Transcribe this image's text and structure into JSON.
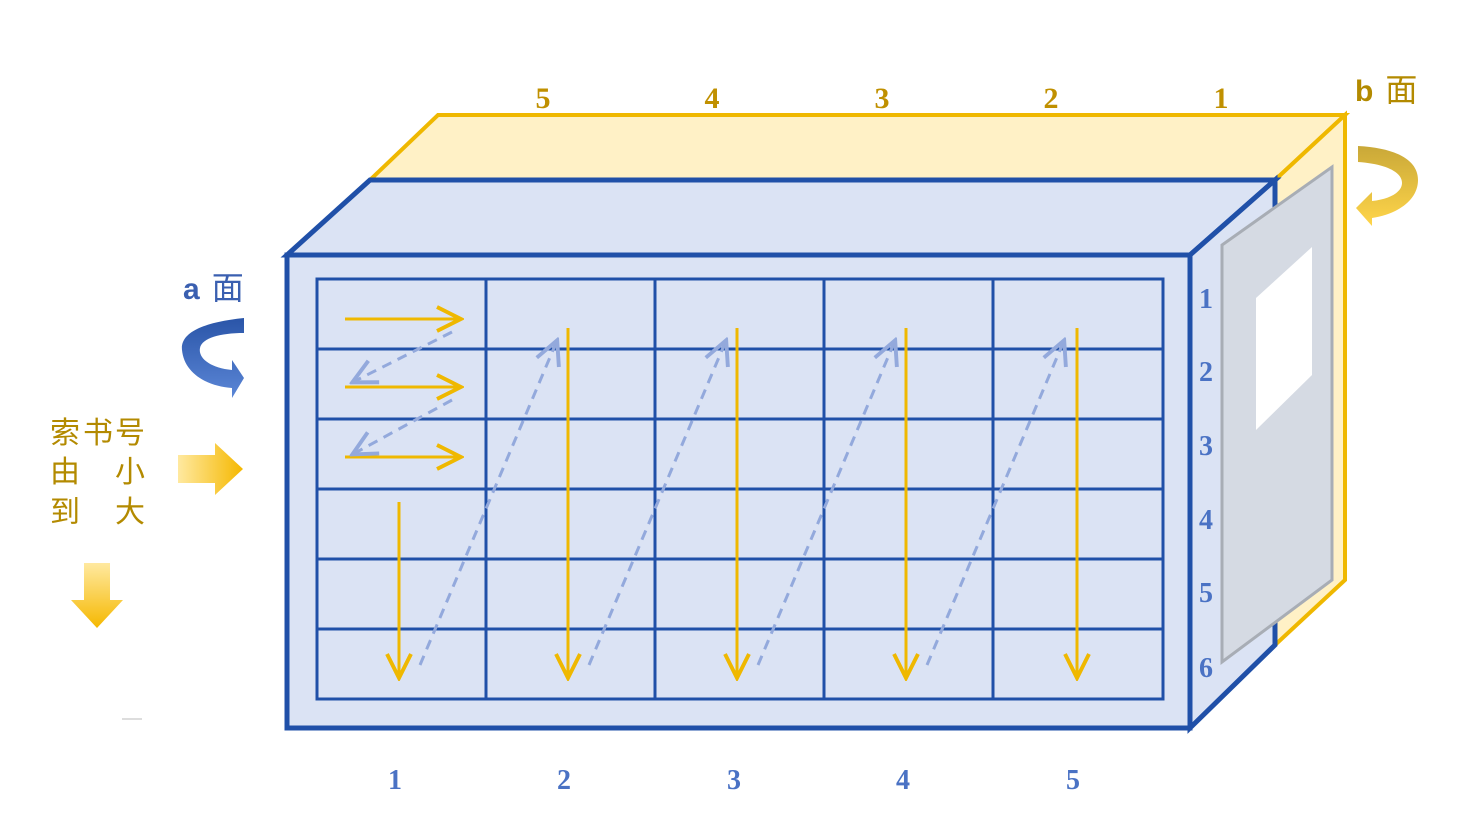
{
  "top_numbers": [
    "5",
    "4",
    "3",
    "2",
    "1"
  ],
  "bottom_numbers": [
    "1",
    "2",
    "3",
    "4",
    "5"
  ],
  "side_numbers": [
    "1",
    "2",
    "3",
    "4",
    "5",
    "6"
  ],
  "face_a": {
    "letter": "a",
    "char": "面"
  },
  "face_b": {
    "letter": "b",
    "char": "面"
  },
  "note_lines": [
    [
      "索",
      "书",
      "号"
    ],
    [
      "由",
      "",
      "小"
    ],
    [
      "到",
      "",
      "大"
    ]
  ],
  "colors": {
    "blue_frame": "#2050a8",
    "front_fill": "#dbe3f4",
    "gold": "#efb800",
    "gold_fill": "#fff1c6",
    "dashed": "#93a9dc",
    "door_fill": "#d5dae3"
  }
}
